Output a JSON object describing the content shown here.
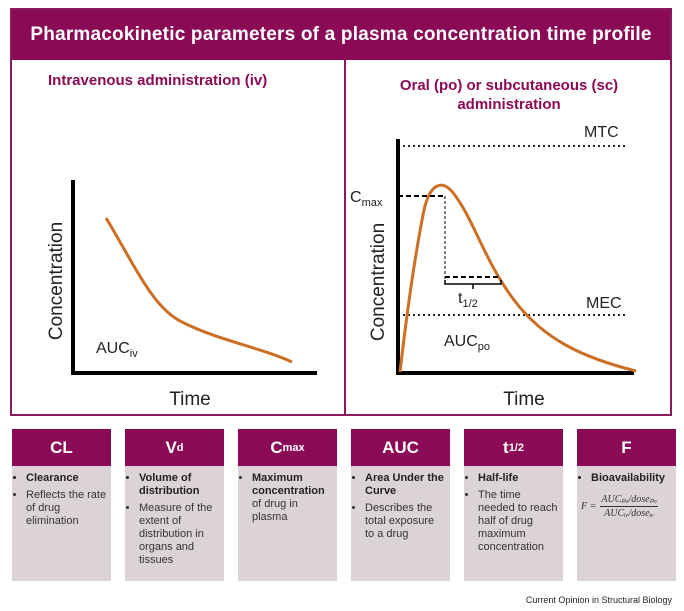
{
  "title": "Pharmacokinetic parameters of a plasma concentration time profile",
  "left_panel": {
    "heading": "Intravenous administration (iv)",
    "ylabel": "Concentration",
    "xlabel": "Time",
    "auc_main": "AUC",
    "auc_sub": "iv"
  },
  "right_panel": {
    "heading_line1": "Oral (po) or subcutaneous (sc)",
    "heading_line2": "administration",
    "ylabel": "Concentration",
    "xlabel": "Time",
    "mtc": "MTC",
    "mec": "MEC",
    "cmax_main": "C",
    "cmax_sub": "max",
    "thalf_main": "t",
    "thalf_sub": "1/2",
    "auc_main": "AUC",
    "auc_sub": "po"
  },
  "colors": {
    "accent": "#8b0a55",
    "curve": "#cc6f24",
    "card_body": "#dcd3d8"
  },
  "cards": [
    {
      "head_main": "CL",
      "head_sub": "",
      "lead": "Clearance",
      "desc": "Reflects the rate of drug elimination"
    },
    {
      "head_main": "V",
      "head_sub": "d",
      "lead": "Volume of distribution",
      "desc": "Measure of the extent of distribution in organs and tissues"
    },
    {
      "head_main": "C",
      "head_sub": "max",
      "lead": "Maximum concentration",
      "desc_tail": "of drug in plasma"
    },
    {
      "head_main": "AUC",
      "head_sub": "",
      "lead": "Area Under the Curve",
      "desc": "Describes the total exposure to a drug"
    },
    {
      "head_main": "t",
      "head_sub": "1/2",
      "lead": "Half-life",
      "desc": "The time needed to reach half of drug maximum concentration"
    },
    {
      "head_main": "F",
      "head_sub": "",
      "lead": "Bioavailability",
      "formula_lhs": "F =",
      "formula_num": "AUCₚₒ/doseₚₒ",
      "formula_den": "AUCᵢᵥ/doseᵢᵥ"
    }
  ],
  "footer": "Current Opinion in Structural Biology"
}
